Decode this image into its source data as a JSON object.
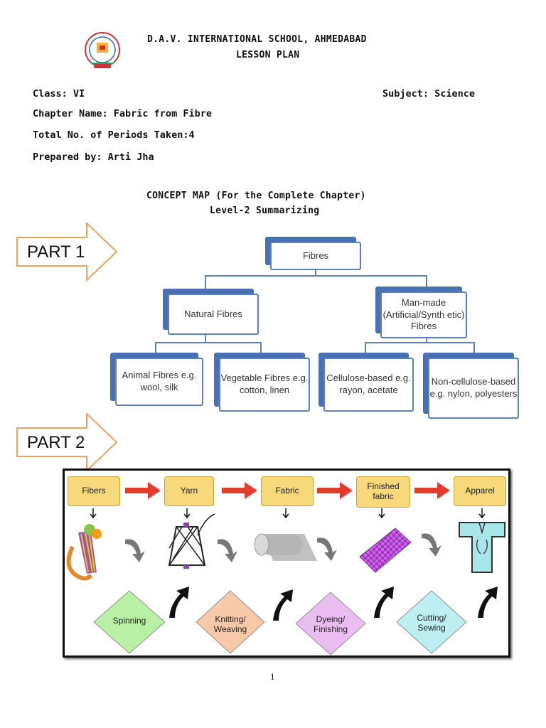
{
  "header": {
    "school": "D.A.V. INTERNATIONAL SCHOOL, AHMEDABAD",
    "doc_type": "LESSON PLAN",
    "logo_icon": "school-emblem-icon"
  },
  "info": {
    "class": "Class: VI",
    "subject": "Subject: Science",
    "chapter": "Chapter Name: Fabric from Fibre",
    "periods": "Total No. of Periods Taken:4",
    "prepared_by": "Prepared by: Arti Jha"
  },
  "concept_map": {
    "title": "CONCEPT MAP (For the Complete Chapter)",
    "subtitle": "Level-2 Summarizing"
  },
  "part1": {
    "label": "PART 1",
    "root": "Fibres",
    "natural": "Natural Fibres",
    "manmade": "Man-made (Artificial/Synth etic) Fibres",
    "animal": "Animal Fibres e.g. wool, silk",
    "vegetable": "Vegetable Fibres e.g. cotton, linen",
    "cellulose": "Cellulose-based e.g. rayon, acetate",
    "noncellulose": "Non-cellulose-based e.g. nylon, polyesters"
  },
  "part2": {
    "label": "PART 2",
    "stages": [
      "Fibers",
      "Yarn",
      "Fabric",
      "Finished fabric",
      "Apparel"
    ],
    "processes": [
      "Spinning",
      "Knitting/ Weaving",
      "Dyeing/ Finishing",
      "Cutting/ Sewing"
    ],
    "colors": {
      "stage_fill": "#f7d87a",
      "arrow": "#e53b2c",
      "spinning": "#b9f0a5",
      "knitting": "#f7c9a8",
      "dyeing": "#e9bdf0",
      "cutting": "#bdeff2"
    }
  },
  "footer": {
    "page_number": "1"
  }
}
